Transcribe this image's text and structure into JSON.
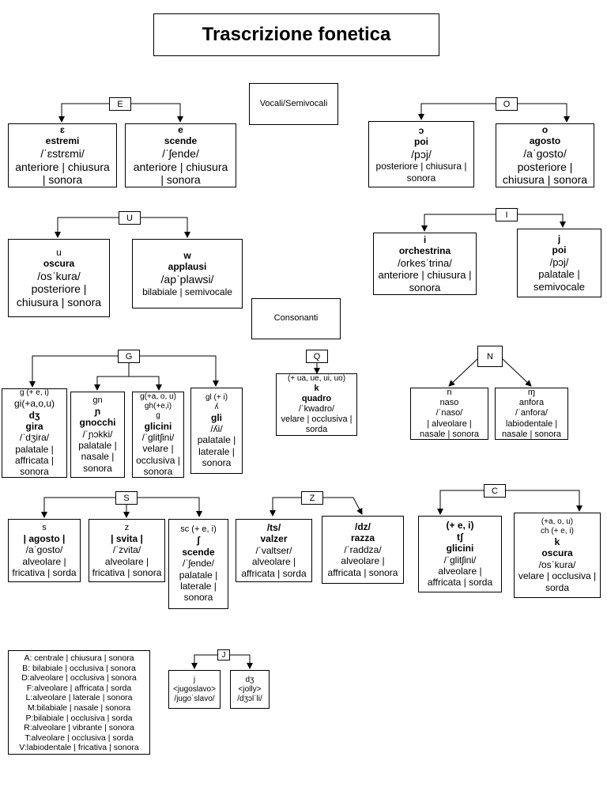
{
  "title": "Trascrizione fonetica",
  "sections": {
    "vowels": "Vocali/Semivocali",
    "consonants": "Consonanti"
  },
  "groups": {
    "E": "E",
    "O": "O",
    "U": "U",
    "I": "I",
    "G": "G",
    "Q": "Q",
    "N": "N",
    "S": "S",
    "Z": "Z",
    "C": "C",
    "J": "J"
  },
  "cards": {
    "e_open": [
      "ɛ",
      "estremi",
      "/ˈɛstrɛmi/",
      "anteriore | chiusura",
      "| sonora"
    ],
    "e_closed": [
      "e",
      "scende",
      "/ˈʃende/",
      "anteriore | chiusura",
      "| sonora"
    ],
    "o_open": [
      "ɔ",
      "poi",
      "/pɔj/",
      "posteriore | chiusura |",
      "sonora"
    ],
    "o_closed": [
      "o",
      "agosto",
      "/aˈgosto/",
      "posteriore |",
      "chiusura | sonora"
    ],
    "u_vowel": [
      "u",
      "oscura",
      "/osˈkura/",
      "posteriore |",
      "chiusura | sonora"
    ],
    "w_semi": [
      "w",
      "applausi",
      "/apˈplawsi/",
      "bilabiale | semivocale"
    ],
    "i_vowel": [
      "i",
      "orchestrina",
      "/orkesˈtrina/",
      "anteriore | chiusura |",
      "sonora"
    ],
    "j_semi": [
      "j",
      "poi",
      "/pɔj/",
      "palatale |",
      "semivocale"
    ],
    "g_affricate": [
      "g (+ e, i)",
      "gi(+a,o,u)",
      "dʒ",
      "gira",
      "/ˈdʒira/",
      "palatale |",
      "affricata |",
      "sonora"
    ],
    "gn": [
      "gn",
      "ɲ",
      "gnocchi",
      "/ˈɲɔkki/",
      "palatale |",
      "nasale |",
      "sonora"
    ],
    "g_velar": [
      "g(+a, o, u)",
      "gh(+e,i)",
      "g",
      "glicini",
      "/ˈglitʃini/",
      "velare |",
      "occlusiva |",
      "sonora"
    ],
    "gl": [
      "gl (+ i)",
      "ʎ",
      "gli",
      "/ʎi/",
      "palatale |",
      "laterale |",
      "sonora"
    ],
    "q": [
      "(+ ua, ue, ui, uo)",
      "k",
      "quadro",
      "/ˈkwadro/",
      "velare | occlusiva |",
      "sorda"
    ],
    "n": [
      "n",
      "naso",
      "/ˈnaso/",
      "| alveolare |",
      "nasale | sonora"
    ],
    "nasal_labio": [
      "ɱ",
      "anfora",
      "/ˈanfora/",
      "labiodentale |",
      "nasale | sonora"
    ],
    "s_voiceless": [
      "s",
      "| agosto |",
      "/aˈgosto/",
      "alveolare |",
      "fricativa | sorda"
    ],
    "s_voiced": [
      "z",
      "| svita |",
      "/ˈzvita/",
      "alveolare |",
      "fricativa | sonora"
    ],
    "sc": [
      "sc (+ e, i)",
      "ʃ",
      "scende",
      "/ˈʃende/",
      "palatale |",
      "laterale |",
      "sonora"
    ],
    "ts": [
      "/ts/",
      "valzer",
      "/ˈvaltser/",
      "alveolare |",
      "affricata | sorda"
    ],
    "dz": [
      "/dz/",
      "razza",
      "/ˈraddza/",
      "alveolare |",
      "affricata | sonora"
    ],
    "c_palatal": [
      "(+ e, i)",
      "tʃ",
      "glicini",
      "/ˈglitʃini/",
      "alveolare |",
      "affricata | sorda"
    ],
    "c_velar": [
      "(+a, o, u)",
      "ch (+ e, i)",
      "k",
      "oscura",
      "/osˈkura/",
      "velare | occlusiva |",
      "sorda"
    ],
    "j_loan": [
      "j",
      "<jugoslavo>",
      "/jugoˈslavo/"
    ],
    "j_dz": [
      "dʒ",
      "<jolly>",
      "/dʒɔlˈli/"
    ]
  },
  "legend": [
    "A: centrale | chiusura | sonora",
    "B: bilabiale | occlusiva | sonora",
    "D:alveolare | occlusiva | sonora",
    "F:alveolare | affricata | sorda",
    "L:alveolare | laterale | sonora",
    "M:bilabiale | nasale | sonora",
    "P:bilabiale | occlusiva | sorda",
    "R:alveolare | vibrante | sonora",
    "T:alveolare | occlusiva | sorda",
    "V:labiodentale | fricativa | sonora"
  ]
}
